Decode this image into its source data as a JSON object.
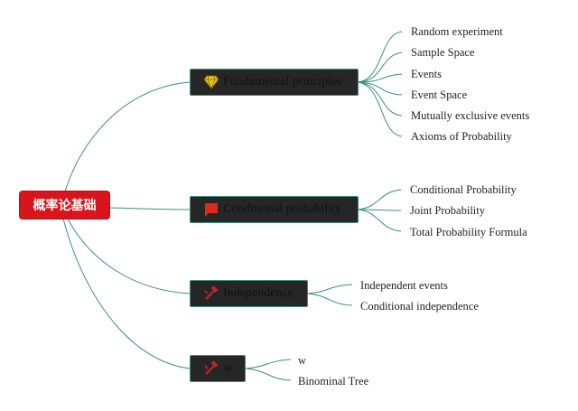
{
  "root": {
    "label": "概率论基础"
  },
  "branches": [
    {
      "label": "Fundamental principles",
      "icon": "diamond-icon",
      "children": [
        "Random experiment",
        "Sample Space",
        "Events",
        "Event Space",
        "Mutually exclusive events",
        "Axioms of Probability"
      ]
    },
    {
      "label": "Conditional probability",
      "icon": "red-flag-icon",
      "children": [
        "Conditional Probability",
        "Joint Probability",
        "Total Probability Formula"
      ]
    },
    {
      "label": "Independence",
      "icon": "hammer-icon",
      "children": [
        "Independent events",
        "Conditional independence"
      ]
    },
    {
      "label": "w",
      "icon": "hammer-icon",
      "children": [
        "w",
        "Binominal Tree"
      ]
    }
  ],
  "colors": {
    "root_fill": "#d8141c",
    "node_fill": "#262626",
    "connector": "#3c8f7c",
    "diamond": "#e8c520",
    "flag": "#e0281e",
    "hammer": "#c0262a"
  }
}
